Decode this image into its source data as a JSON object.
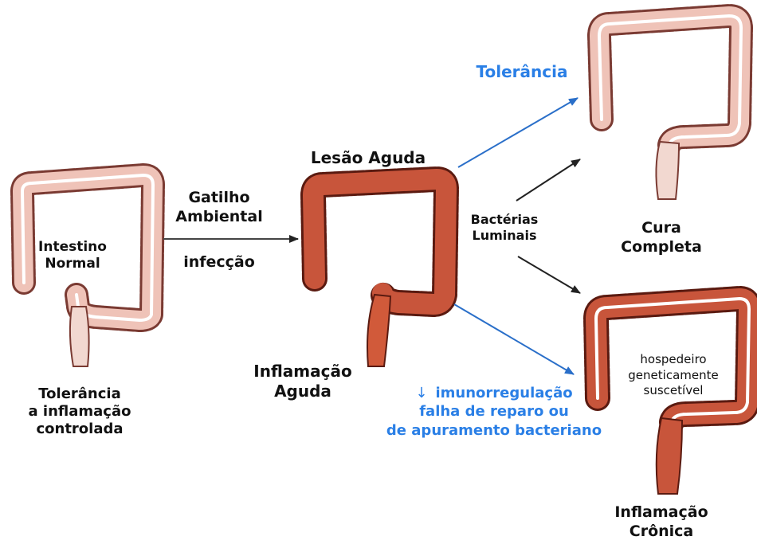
{
  "colors": {
    "normal_outline": "#7a3a32",
    "normal_fill": "#efc3b8",
    "acute_fill": "#c8553b",
    "acute_outline": "#5a1a10",
    "stripe": "#ffffff",
    "blue_text": "#2a7fe6",
    "arrow_dark": "#222222",
    "arrow_blue": "#2a6fc9"
  },
  "labels": {
    "normal_colon": {
      "line1": "Intestino",
      "line2": "Normal"
    },
    "normal_caption": {
      "line1": "Tolerância",
      "line2": "a inflamação",
      "line3": "controlada"
    },
    "trigger": {
      "line1": "Gatilho",
      "line2": "Ambiental",
      "line3": "infecção"
    },
    "acute_title": "Lesão Aguda",
    "acute_caption": {
      "line1": "Inflamação",
      "line2": "Aguda"
    },
    "tolerance": "Tolerância",
    "bacteria": {
      "line1": "Bactérias",
      "line2": "Luminais"
    },
    "cure": {
      "line1": "Cura",
      "line2": "Completa"
    },
    "immuno": {
      "arrow": "↓",
      "line1": "imunorregulação",
      "line2": "falha de reparo ou",
      "line3": "de apuramento bacteriano"
    },
    "host": {
      "line1": "hospedeiro",
      "line2": "geneticamente",
      "line3": "suscetível"
    },
    "chronic": {
      "line1": "Inflamação",
      "line2": "Crônica"
    }
  },
  "icons": [
    "colon-icon",
    "arrow-icon"
  ]
}
